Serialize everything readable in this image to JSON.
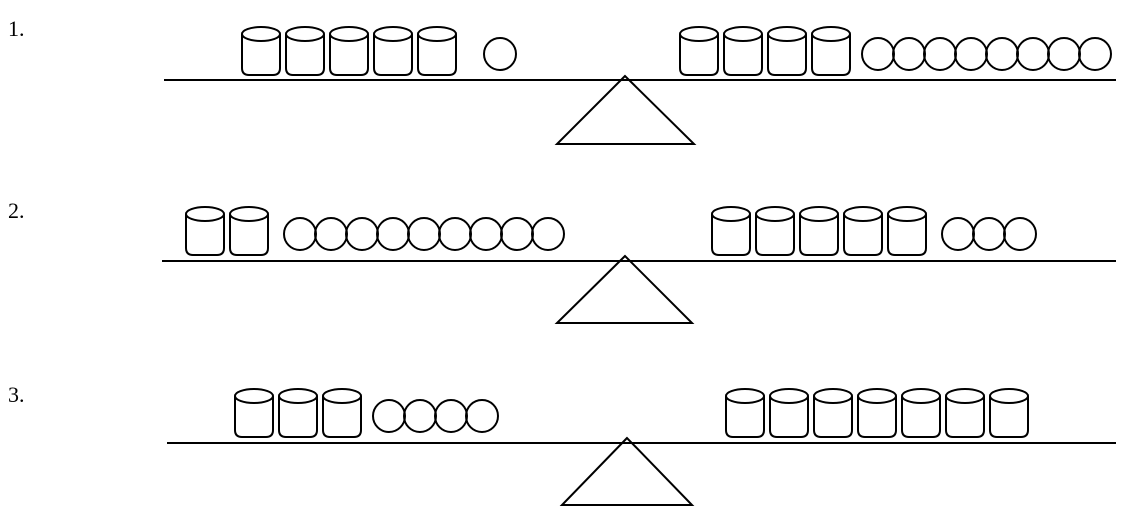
{
  "problems": [
    {
      "number": "1.",
      "left": {
        "cylinders": 5,
        "circles": 1
      },
      "right": {
        "cylinders": 4,
        "circles": 8
      }
    },
    {
      "number": "2.",
      "left": {
        "cylinders": 2,
        "circles": 9
      },
      "right": {
        "cylinders": 5,
        "circles": 3
      }
    },
    {
      "number": "3.",
      "left": {
        "cylinders": 3,
        "circles": 4
      },
      "right": {
        "cylinders": 7,
        "circles": 0
      }
    }
  ],
  "icons": {
    "cylinder": "cylinder-icon",
    "circle": "circle-icon",
    "fulcrum": "triangle-fulcrum-icon"
  },
  "colors": {
    "stroke": "#000000",
    "background": "#ffffff"
  }
}
